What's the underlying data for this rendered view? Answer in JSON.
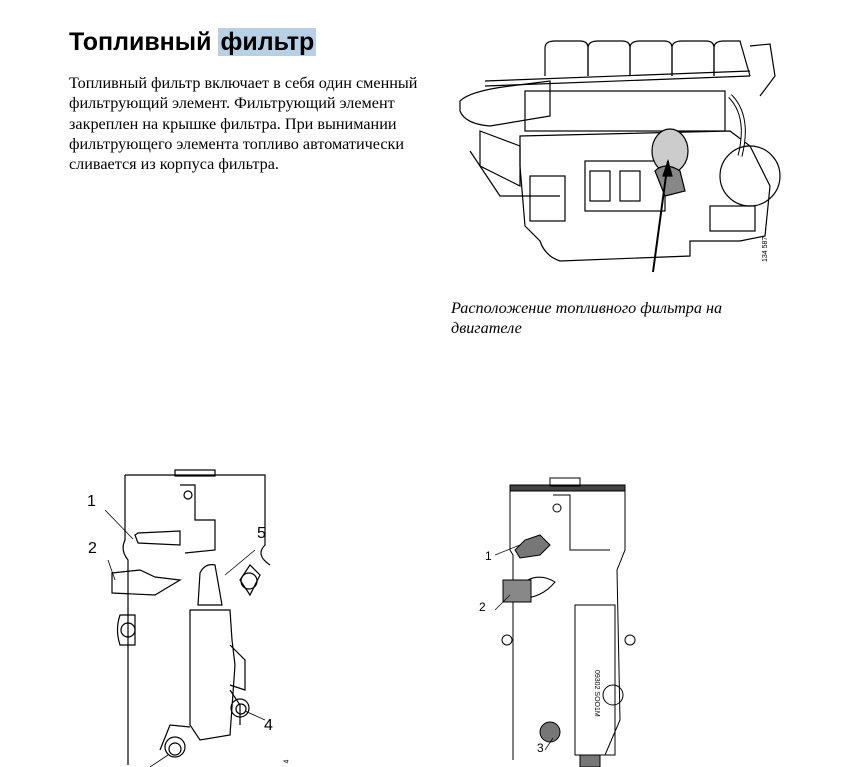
{
  "heading": {
    "prefix": "Топливный ",
    "highlighted": "фильтр"
  },
  "body_text": "Топливный фильтр включает в себя один сменный фильтрующий элемент. Фильтрующий элемент закреплен на крышке фильтра. При вынимании фильтрующего элемента топливо автоматически сливается из корпуса фильтра.",
  "figure1": {
    "caption": "Расположение топливного фильтра на двигателе",
    "ref_number": "134 587"
  },
  "figure2": {
    "callouts": [
      "1",
      "2",
      "4",
      "5"
    ],
    "ref_number": "4"
  },
  "figure3": {
    "callouts": [
      "1",
      "2",
      "3"
    ]
  }
}
